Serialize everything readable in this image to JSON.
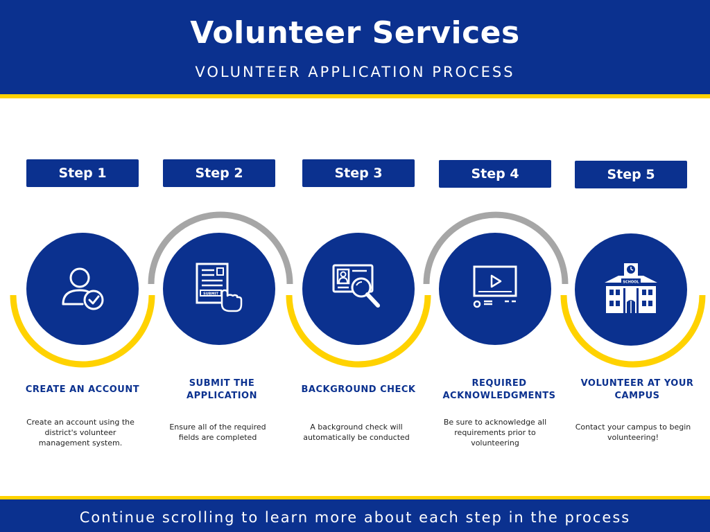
{
  "header": {
    "title": "Volunteer Services",
    "subtitle": "VOLUNTEER APPLICATION PROCESS"
  },
  "steps": [
    {
      "label": "Step 1",
      "title": "CREATE AN ACCOUNT",
      "description": "Create an account using the district's volunteer management system.",
      "icon": "user-check-icon"
    },
    {
      "label": "Step 2",
      "title": "SUBMIT THE APPLICATION",
      "description": "Ensure all of the required fields are completed",
      "icon": "form-submit-icon",
      "submit_text": "SUBMIT"
    },
    {
      "label": "Step 3",
      "title": "BACKGROUND CHECK",
      "description": "A background check will automatically be conducted",
      "icon": "id-search-icon"
    },
    {
      "label": "Step 4",
      "title": "REQUIRED ACKNOWLEDGMENTS",
      "description": "Be sure to acknowledge all requirements prior to volunteering",
      "icon": "video-player-icon"
    },
    {
      "label": "Step 5",
      "title": "VOLUNTEER AT YOUR CAMPUS",
      "description": "Contact your campus to begin volunteering!",
      "icon": "school-building-icon",
      "building_text": "SCHOOL"
    }
  ],
  "footer": {
    "text": "Continue scrolling to learn more about each step in the process"
  },
  "colors": {
    "brand_blue": "#0b318f",
    "accent_yellow": "#ffd200",
    "arc_gray": "#a6a6a6",
    "background": "#ffffff"
  }
}
